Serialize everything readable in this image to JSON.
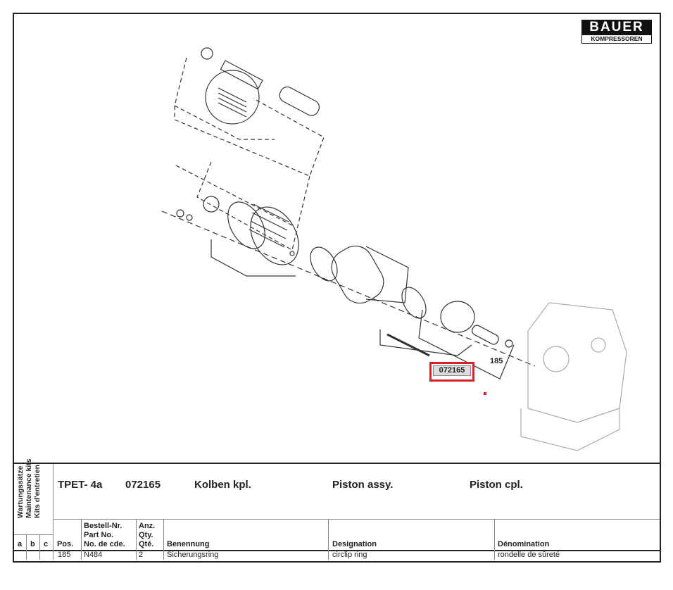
{
  "logo": {
    "brand": "BAUER",
    "sub": "KOMPRESSOREN"
  },
  "drawing": {
    "callout": "072165",
    "pos_label": "185"
  },
  "header": {
    "model": "TPET- 4a",
    "part_no": "072165",
    "name_de": "Kolben kpl.",
    "name_en": "Piston assy.",
    "name_fr": "Piston cpl."
  },
  "kits": {
    "de": "Wartungssätze",
    "en": "Maintenance kits",
    "fr": "Kits d'entretien",
    "cols": [
      "a",
      "b",
      "c"
    ]
  },
  "columns": {
    "pos": "Pos.",
    "part_de": "Bestell-Nr.",
    "part_en": "Part No.",
    "part_fr": "No. de cde.",
    "qty_de": "Anz.",
    "qty_en": "Qty.",
    "qty_fr": "Qté.",
    "benennung": "Benennung",
    "designation": "Designation",
    "denomination": "Dénomination"
  },
  "rows": [
    {
      "pos": "185",
      "part": "N484",
      "qty": "2",
      "de": "Sicherungsring",
      "en": "circlip ring",
      "fr": "rondelle de sûreté"
    }
  ]
}
